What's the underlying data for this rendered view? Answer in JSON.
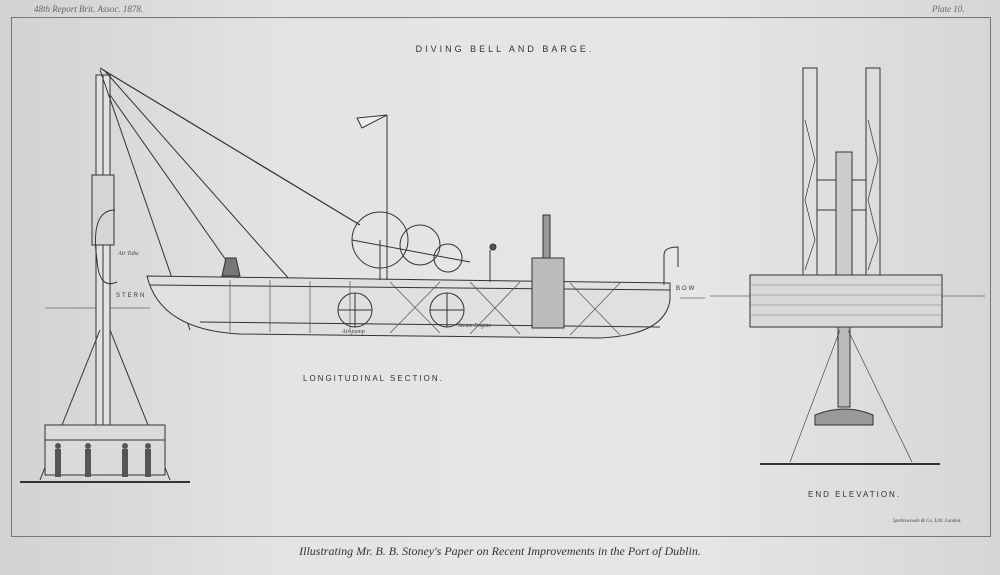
{
  "header": {
    "left": "48th Report Brit. Assoc. 1878.",
    "right": "Plate 10."
  },
  "title": "DIVING BELL AND BARGE.",
  "labels": {
    "longitudinal": "LONGITUDINAL SECTION.",
    "end_elevation": "END ELEVATION.",
    "stern": "STERN",
    "bow": "BOW",
    "air_tube": "Air Tube",
    "air_pump": "Air-pump",
    "steam_engine": "Steam Engine"
  },
  "imprint": "Spottiswoode & Co. Lith. London.",
  "caption": "Illustrating Mr. B. B. Stoney's Paper on Recent Improvements in the Port of Dublin."
}
